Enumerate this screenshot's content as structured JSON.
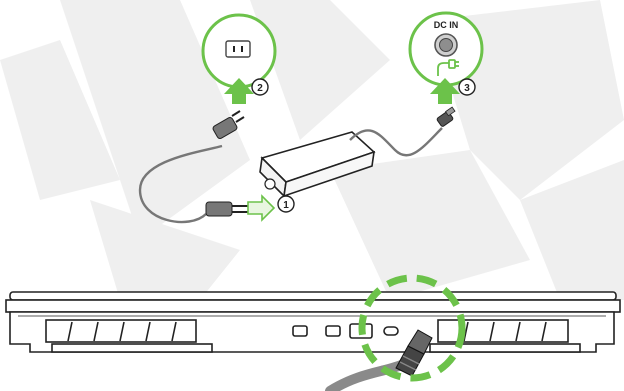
{
  "diagram": {
    "callouts": [
      {
        "number": "1",
        "target": "adapter-cable-connection"
      },
      {
        "number": "2",
        "target": "wall-outlet"
      },
      {
        "number": "3",
        "target": "dc-in-jack"
      }
    ],
    "dc_in_label": "DC IN",
    "colors": {
      "accent_green": "#6cc24a",
      "background_shapes": "#ececec",
      "line": "#333333",
      "cable": "#777777"
    },
    "icons": [
      "power-outlet-icon",
      "power-plug-icon",
      "dc-plug-icon",
      "power-adapter-icon",
      "laptop-rear-view",
      "dc-jack-icon",
      "power-symbol-icon"
    ]
  }
}
